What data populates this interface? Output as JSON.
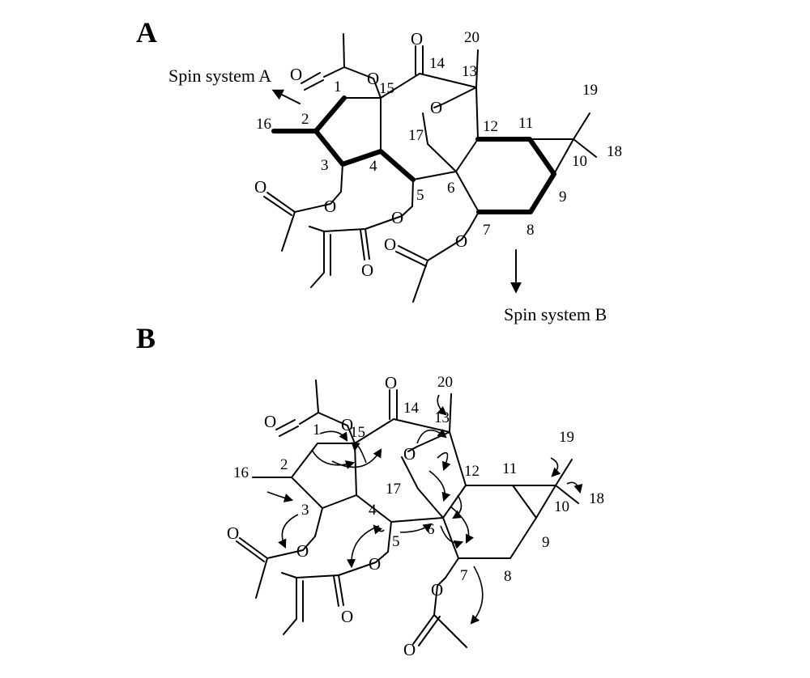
{
  "panels": [
    {
      "label": "A",
      "spin_system_a_label": "Spin system A",
      "spin_system_b_label": "Spin system B",
      "atom_numbers": [
        "1",
        "2",
        "3",
        "4",
        "5",
        "6",
        "7",
        "8",
        "9",
        "10",
        "11",
        "12",
        "13",
        "14",
        "15",
        "16",
        "17",
        "18",
        "19",
        "20"
      ],
      "oxygen_symbol": "O"
    },
    {
      "label": "B",
      "atom_numbers": [
        "1",
        "2",
        "3",
        "4",
        "5",
        "6",
        "7",
        "8",
        "9",
        "10",
        "11",
        "12",
        "13",
        "14",
        "15",
        "16",
        "17",
        "18",
        "19",
        "20"
      ],
      "oxygen_symbol": "O"
    }
  ]
}
